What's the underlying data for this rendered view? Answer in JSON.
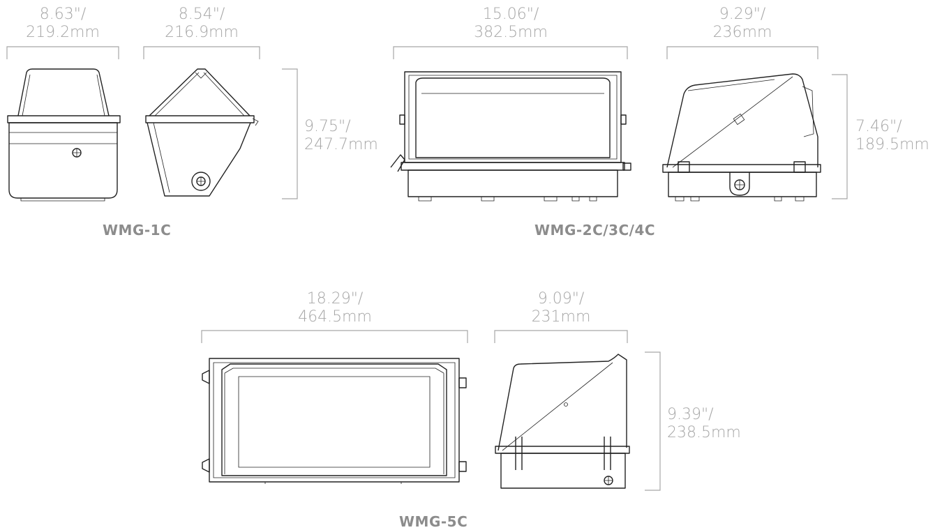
{
  "dimensions": {
    "wmg1c_front_width": [
      "8.63\"/",
      "219.2mm"
    ],
    "wmg1c_side_depth": [
      "8.54\"/",
      "216.9mm"
    ],
    "wmg1c_height": [
      "9.75\"/",
      "247.7mm"
    ],
    "wmg2c_front_width": [
      "15.06\"/",
      "382.5mm"
    ],
    "wmg2c_side_depth": [
      "9.29\"/",
      "236mm"
    ],
    "wmg2c_height": [
      "7.46\"/",
      "189.5mm"
    ],
    "wmg5c_front_width": [
      "18.29\"/",
      "464.5mm"
    ],
    "wmg5c_side_depth": [
      "9.09\"/",
      "231mm"
    ],
    "wmg5c_height": [
      "9.39\"/",
      "238.5mm"
    ]
  },
  "models": {
    "wmg1c": "WMG-1C",
    "wmg2c": "WMG-2C/3C/4C",
    "wmg5c": "WMG-5C"
  }
}
